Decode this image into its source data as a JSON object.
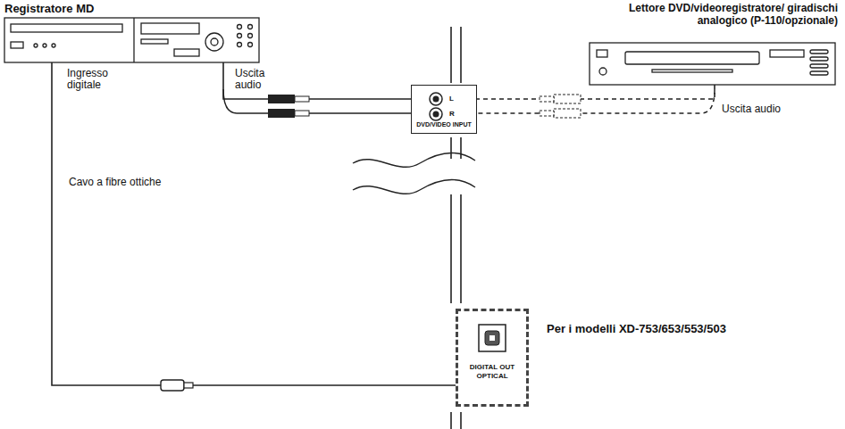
{
  "diagram": {
    "nodes": [
      {
        "text": [
          "Registratore MD"
        ]
      },
      {
        "text": [
          "Lettore DVD/videoregistratore/ giradischi analogico (P-110/opzionale)"
        ]
      },
      {
        "text": [
          "DVD/VIDEO INPUT"
        ]
      },
      {
        "text": [
          "DIGITAL OUT OPTICAL"
        ]
      }
    ],
    "edges": [
      {
        "from": 0,
        "to": 2,
        "arrow": "none"
      },
      {
        "from": 1,
        "to": 2,
        "arrow": "none"
      },
      {
        "from": 0,
        "to": 3,
        "label": "Cavo a fibre ottiche",
        "arrow": "none"
      }
    ],
    "labels": [
      "Ingresso digitale",
      "Uscita audio",
      "Uscita audio",
      "L",
      "R",
      "Per i modelli XD-753/653/553/503"
    ]
  }
}
